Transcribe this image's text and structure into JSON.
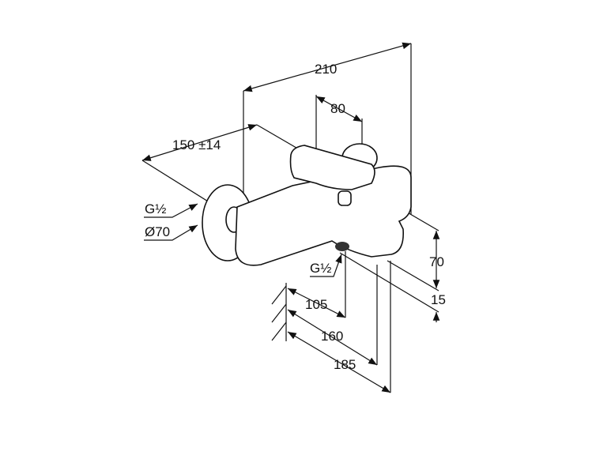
{
  "drawing": {
    "dimensions": {
      "overall_width": "210",
      "handle_width": "80",
      "wall_offset": "150 ±14",
      "inlet_thread": "G½",
      "plate_diameter": "Ø70",
      "outlet_thread": "G½",
      "height": "70",
      "spout_height": "15",
      "outlet_projection": "105",
      "spout_projection_1": "160",
      "spout_projection_2": "185"
    }
  }
}
